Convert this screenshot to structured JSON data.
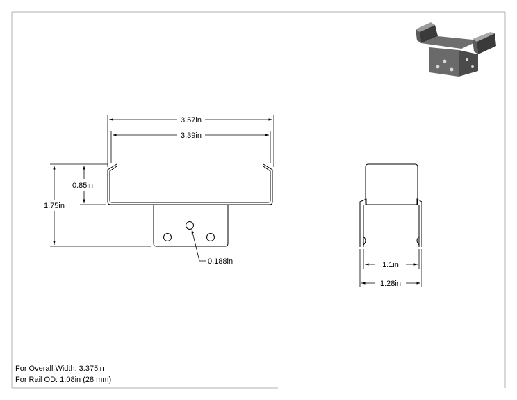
{
  "dimensions": {
    "overall_width": "3.57in",
    "inner_width": "3.39in",
    "upper_height": "0.85in",
    "total_height": "1.75in",
    "hole_diameter": "0.188in",
    "side_inner_width": "1.1in",
    "side_outer_width": "1.28in"
  },
  "notes": {
    "overall_width": "For Overall Width: 3.375in",
    "rail_od": "For Rail OD: 1.08in (28 mm)"
  },
  "colors": {
    "line": "#000000",
    "frame": "#b0b0b0",
    "bracket_dark": "#3a3a3a",
    "bracket_mid": "#6e6e6e",
    "bracket_light": "#9a9a9a"
  }
}
